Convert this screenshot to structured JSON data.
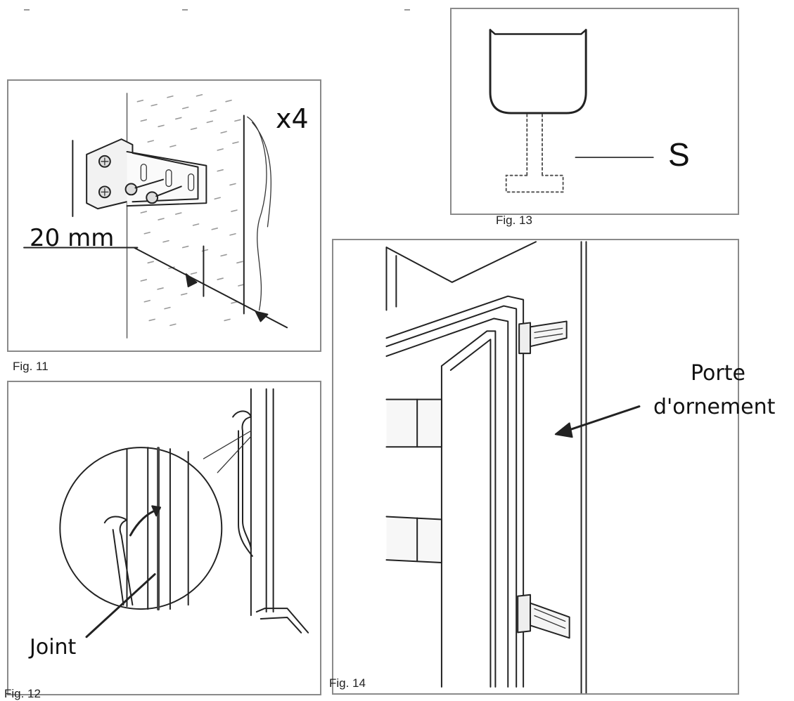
{
  "figures": {
    "fig11": {
      "caption": "Fig. 11",
      "quantity": "x4",
      "dimension": "20 mm"
    },
    "fig12": {
      "caption": "Fig. 12",
      "part_label": "Joint"
    },
    "fig13": {
      "caption": "Fig. 13",
      "part_label": "S"
    },
    "fig14": {
      "caption": "Fig. 14",
      "part_label_line1": "Porte",
      "part_label_line2": "d'ornement"
    }
  },
  "icons": {
    "bracket": "hinge-bracket-icon",
    "screw": "screw-icon",
    "seal": "door-seal-icon",
    "foot": "adjustable-foot-icon",
    "arrow": "arrow-icon"
  }
}
